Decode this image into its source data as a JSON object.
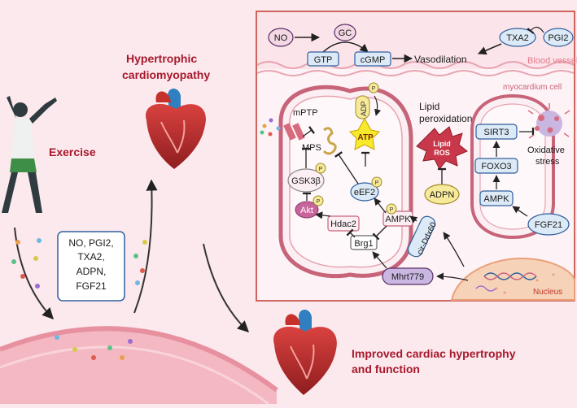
{
  "left": {
    "exercise": "Exercise",
    "hypertrophic_title_line1": "Hypertrophic",
    "hypertrophic_title_line2": "cardiomyopathy",
    "factors": [
      "NO, PGI2,",
      "TXA2,",
      "ADPN,",
      "FGF21"
    ],
    "improved_line1": "Improved cardiac hypertrophy",
    "improved_line2": "and function"
  },
  "blood_vessel": {
    "no": "NO",
    "gc": "GC",
    "gtp": "GTP",
    "cgmp": "cGMP",
    "vasodilation": "Vasodilation",
    "txa2": "TXA2",
    "pgi2": "PGI2",
    "label": "Blood vessel"
  },
  "cell": {
    "label": "myocardium cell",
    "mptp": "mPTP",
    "mps": "MPS",
    "gsk3b": "GSK3β",
    "akt": "Akt",
    "p": "P",
    "eef2": "eEF2",
    "atp": "ATP",
    "adp": "ADP",
    "hdac2": "Hdac2",
    "brg1": "Brg1",
    "ampk_left": "AMPK",
    "lipid_peroxidation_line1": "Lipid",
    "lipid_peroxidation_line2": "peroxidation",
    "lipid_ros_line1": "Lipid",
    "lipid_ros_line2": "ROS",
    "adpn": "ADPN",
    "sirt3": "SIRT3",
    "foxo3": "FOXO3",
    "ampk_right": "AMPK",
    "fgf21": "FGF21",
    "oxidative_line1": "Oxidative",
    "oxidative_line2": "stress",
    "cir_ddx60": "cir-Ddx60",
    "mhrt779": "Mhrt779",
    "nucleus": "Nucleus"
  },
  "colors": {
    "accent_red": "#a8182b",
    "node_blue": "#dce9f6",
    "node_pink": "#f3d7e3",
    "node_purple": "#c9b7e1",
    "node_yellow": "#f7ea9a",
    "akt_magenta": "#c7649b",
    "panel_border": "#c0392b"
  },
  "icons": [
    "exercise-person-icon",
    "heart-icon",
    "mitochondrion-icon",
    "nucleus-icon",
    "dna-icon"
  ]
}
